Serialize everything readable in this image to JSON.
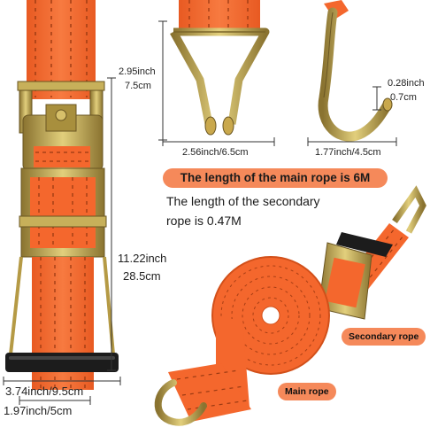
{
  "labels": {
    "hook_height": [
      "2.95inch",
      "7.5cm"
    ],
    "hook_width": "2.56inch/6.5cm",
    "j_hook_thickness": [
      "0.28inch",
      "0.7cm"
    ],
    "j_hook_width": "1.77inch/4.5cm",
    "ratchet_length": [
      "11.22inch",
      "28.5cm"
    ],
    "handle_width": "3.74inch/9.5cm",
    "strap_width": "1.97inch/5cm"
  },
  "banner_text": "The length of the main rope is 6M",
  "secondary_text": [
    "The length of the secondary",
    "rope is 0.47M"
  ],
  "callouts": {
    "secondary": "Secondary rope",
    "main": "Main rope"
  },
  "colors": {
    "strap": "#f4672d",
    "strap_dark": "#d9501c",
    "metal": "#b59a45",
    "callout_bg": "#f5895a"
  }
}
